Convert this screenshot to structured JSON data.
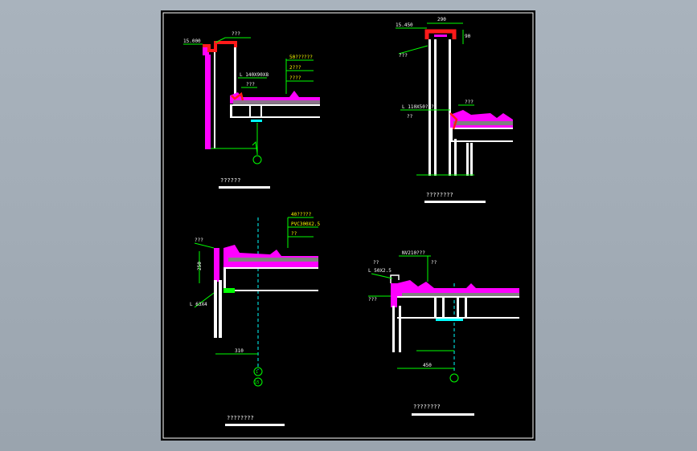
{
  "colors": {
    "background": "#a2acb6",
    "sheet": "#000000",
    "frame": "#ffffff",
    "magenta": "#ff00ff",
    "red": "#ff1a1a",
    "green": "#00ff00",
    "yellow": "#ffff00",
    "cyan": "#00ffff",
    "white": "#ffffff"
  },
  "details": {
    "d1": {
      "elevation": "15.000",
      "top_note": "???",
      "angle_label": "L 140X90X8",
      "layers": [
        "50??????",
        "2???",
        "????"
      ],
      "mid_note": "???",
      "title": "??????"
    },
    "d2": {
      "width_dim": "290",
      "elevation": "15.450",
      "height_dim": "90",
      "left_note": "???",
      "angle_label": "L 110X50?.?",
      "angle_sub": "??",
      "mid_note": "???",
      "title": "????????"
    },
    "d3": {
      "side_note": "???",
      "height_dim": "250",
      "layers": [
        "40?????",
        "PVC300X2.5",
        "??"
      ],
      "angle_label": "L 63X4",
      "width_dim": "310",
      "axis_marker_1": "1",
      "axis_marker_2": "15",
      "title": "????????"
    },
    "d4": {
      "top_label": "NV210???",
      "notes": [
        "??",
        "??"
      ],
      "angle_label": "L 50X2.5",
      "left_note": "???",
      "width_dim": "450",
      "title": "????????"
    }
  }
}
